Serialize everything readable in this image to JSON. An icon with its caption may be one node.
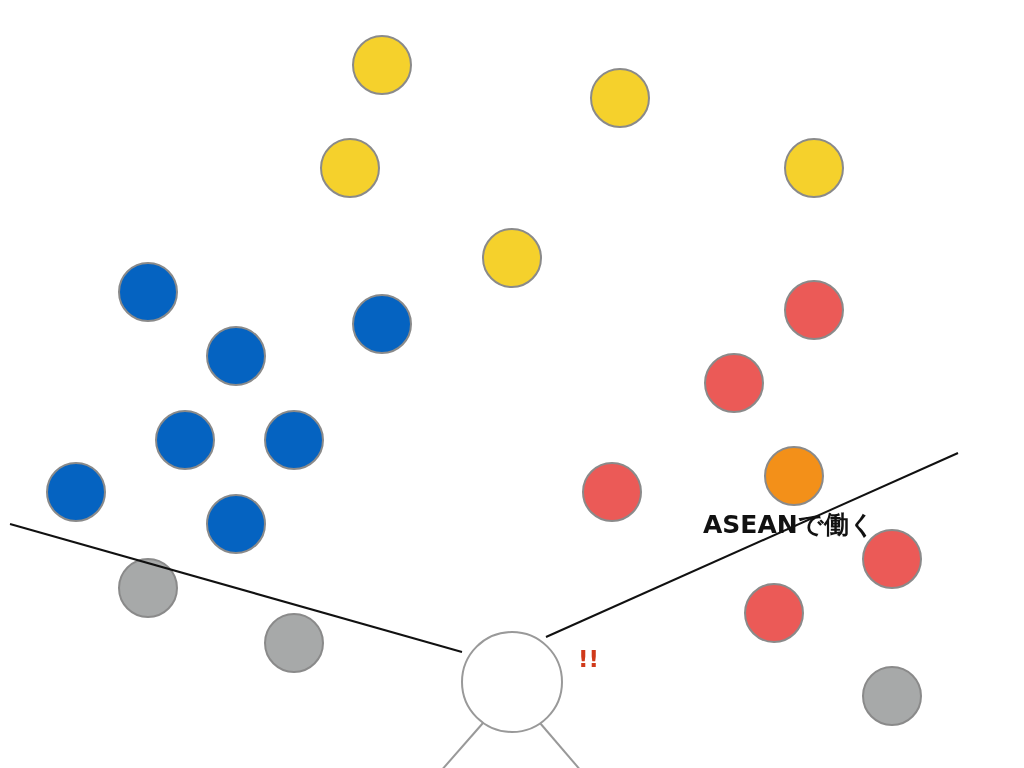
{
  "diagram": {
    "nodes": [
      {
        "text": [],
        "shape": "circle"
      },
      {
        "text": [],
        "shape": "circle"
      },
      {
        "text": [],
        "shape": "circle"
      },
      {
        "text": [],
        "shape": "circle"
      },
      {
        "text": [],
        "shape": "circle"
      },
      {
        "text": [],
        "shape": "circle"
      },
      {
        "text": [],
        "shape": "circle"
      },
      {
        "text": [],
        "shape": "circle"
      },
      {
        "text": [],
        "shape": "circle"
      },
      {
        "text": [],
        "shape": "circle"
      },
      {
        "text": [],
        "shape": "circle"
      },
      {
        "text": [],
        "shape": "circle"
      },
      {
        "text": [],
        "shape": "circle"
      },
      {
        "text": [],
        "shape": "circle"
      },
      {
        "text": [],
        "shape": "circle"
      },
      {
        "text": [],
        "shape": "circle"
      },
      {
        "text": [],
        "shape": "circle"
      },
      {
        "text": [],
        "shape": "circle"
      },
      {
        "text": [],
        "shape": "circle"
      },
      {
        "text": [],
        "shape": "circle"
      },
      {
        "text": [],
        "shape": "person",
        "beside": [
          "!!"
        ]
      },
      {
        "text": [],
        "shape": "circle"
      }
    ],
    "labels": [
      "ASEANで働く"
    ]
  }
}
